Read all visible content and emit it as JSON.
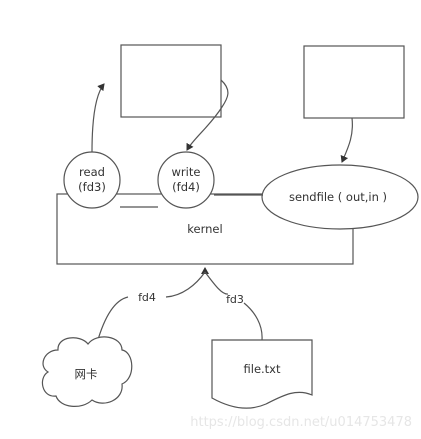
{
  "diagram": {
    "read_label": "read",
    "read_fd": "(fd3)",
    "write_label": "write",
    "write_fd": "(fd4)",
    "sendfile_label": "sendfile ( out,in )",
    "kernel_label": "kernel",
    "fd4_label": "fd4",
    "fd3_label": "fd3",
    "nic_label": "网卡",
    "file_label": "file.txt"
  },
  "watermark": "https://blog.csdn.net/u014753478"
}
